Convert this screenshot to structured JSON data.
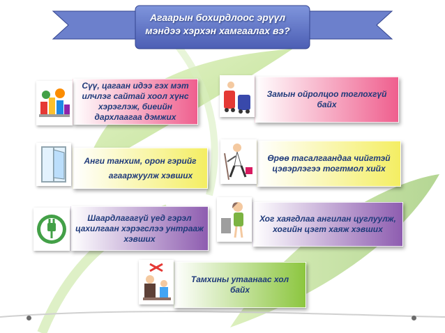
{
  "header": {
    "title_line1": "Агаарын бохирдлоос эрүүл",
    "title_line2": "мэндээ хэрхэн хамгаалах вэ?"
  },
  "cards": [
    {
      "id": "food",
      "lines": [
        "Сүү, цагаан идээ гэх мэт",
        "илчлэг сайтай хоол хүнс",
        "хэрэглэж, биеийн",
        "дархлаагаа дэмжих"
      ],
      "icon": "food-items-icon"
    },
    {
      "id": "traffic",
      "lines": [
        "Замын ойролцоо тоглохгүй",
        "байх"
      ],
      "icon": "traffic-cars-icon"
    },
    {
      "id": "ventilation",
      "lines": [
        "Анги танхим, орон гэрийг",
        "агааржуулж хэвших"
      ],
      "icon": "window-icon"
    },
    {
      "id": "cleaning",
      "lines": [
        "Өрөө тасалгаандаа чийгтэй",
        "цэвэрлэгээ тогтмол хийх"
      ],
      "icon": "cleaning-person-icon"
    },
    {
      "id": "electricity",
      "lines": [
        "Шаардлагагүй үед гэрэл",
        "цахилгаан хэрэгслээ унтрааж",
        "хэвших"
      ],
      "icon": "eco-plug-icon"
    },
    {
      "id": "waste",
      "lines": [
        "Хог хаягдлаа ангилан цуглуулж,",
        "хогийн цэгт хаяж хэвших"
      ],
      "icon": "recycling-child-icon"
    },
    {
      "id": "smoke",
      "lines": [
        "Тамхины утаанаас хол",
        "байх"
      ],
      "icon": "no-smoking-icon"
    }
  ],
  "colors": {
    "banner_blue": "#5a6fc4",
    "card_gradient_end": "#ffffff",
    "text_blue": "#1f3a7a",
    "leaf_green": "#8cc63f"
  }
}
